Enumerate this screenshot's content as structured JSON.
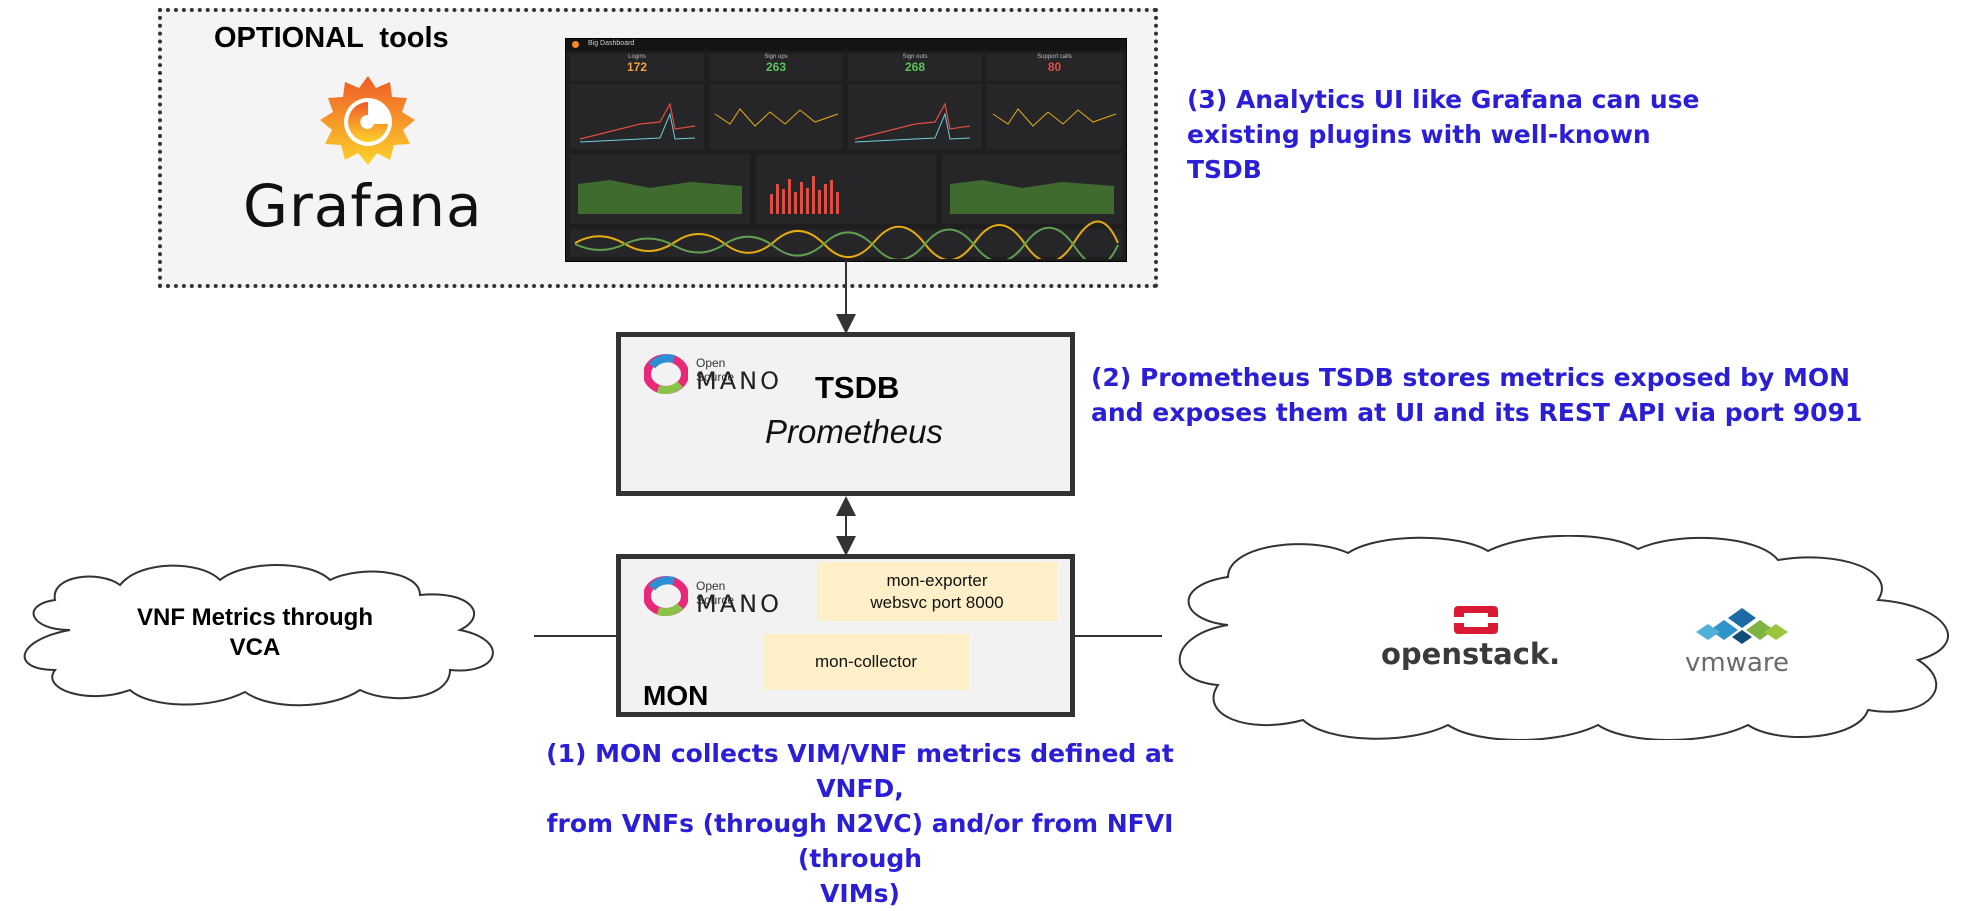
{
  "optional": {
    "title": "OPTIONAL  tools",
    "grafana_wordmark": "Grafana"
  },
  "dashboard": {
    "tab": "Big Dashboard",
    "stats": [
      {
        "label": "Logins",
        "value": "172",
        "color": "#f2a33a"
      },
      {
        "label": "Sign ups",
        "value": "263",
        "color": "#5ac35a"
      },
      {
        "label": "Sign outs",
        "value": "268",
        "color": "#5ac35a"
      },
      {
        "label": "Support calls",
        "value": "80",
        "color": "#e24d42"
      }
    ]
  },
  "tsdb": {
    "title": "TSDB",
    "subtitle": "Prometheus"
  },
  "mon": {
    "title": "MON",
    "exporter_line1": "mon-exporter",
    "exporter_line2": "websvc port 8000",
    "collector": "mon-collector"
  },
  "osm_logo": {
    "small": "Open Source",
    "big": "MANO"
  },
  "clouds": {
    "vnf_line1": "VNF Metrics through",
    "vnf_line2": "VCA",
    "openstack": "openstack.",
    "vmware": "vmware"
  },
  "captions": {
    "c3_l1": "(3) Analytics UI like Grafana can use",
    "c3_l2": "existing plugins with well-known",
    "c3_l3": "TSDB",
    "c2_l1": "(2) Prometheus TSDB stores metrics exposed by MON",
    "c2_l2": "and exposes them at UI and its REST API via port 9091",
    "c1_l1": "(1) MON collects VIM/VNF metrics defined at VNFD,",
    "c1_l2": "from VNFs (through N2VC) and/or from NFVI (through",
    "c1_l3": "VIMs)"
  }
}
